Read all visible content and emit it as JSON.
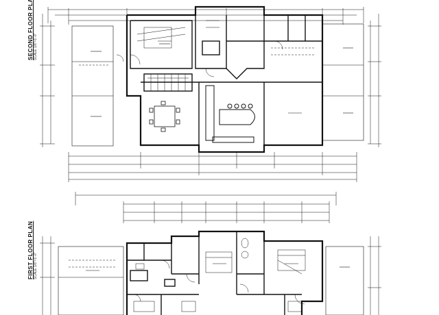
{
  "sheet": {
    "second_floor": {
      "title": "SECOND FLOOR PLAN",
      "scale": "SCALE 1/8\"=1'-0\""
    },
    "first_floor": {
      "title": "FIRST FLOOR PLAN",
      "scale": "SCALE 1/8\"=1'-0\""
    }
  },
  "colors": {
    "line": "#111111",
    "paper": "#ffffff"
  }
}
